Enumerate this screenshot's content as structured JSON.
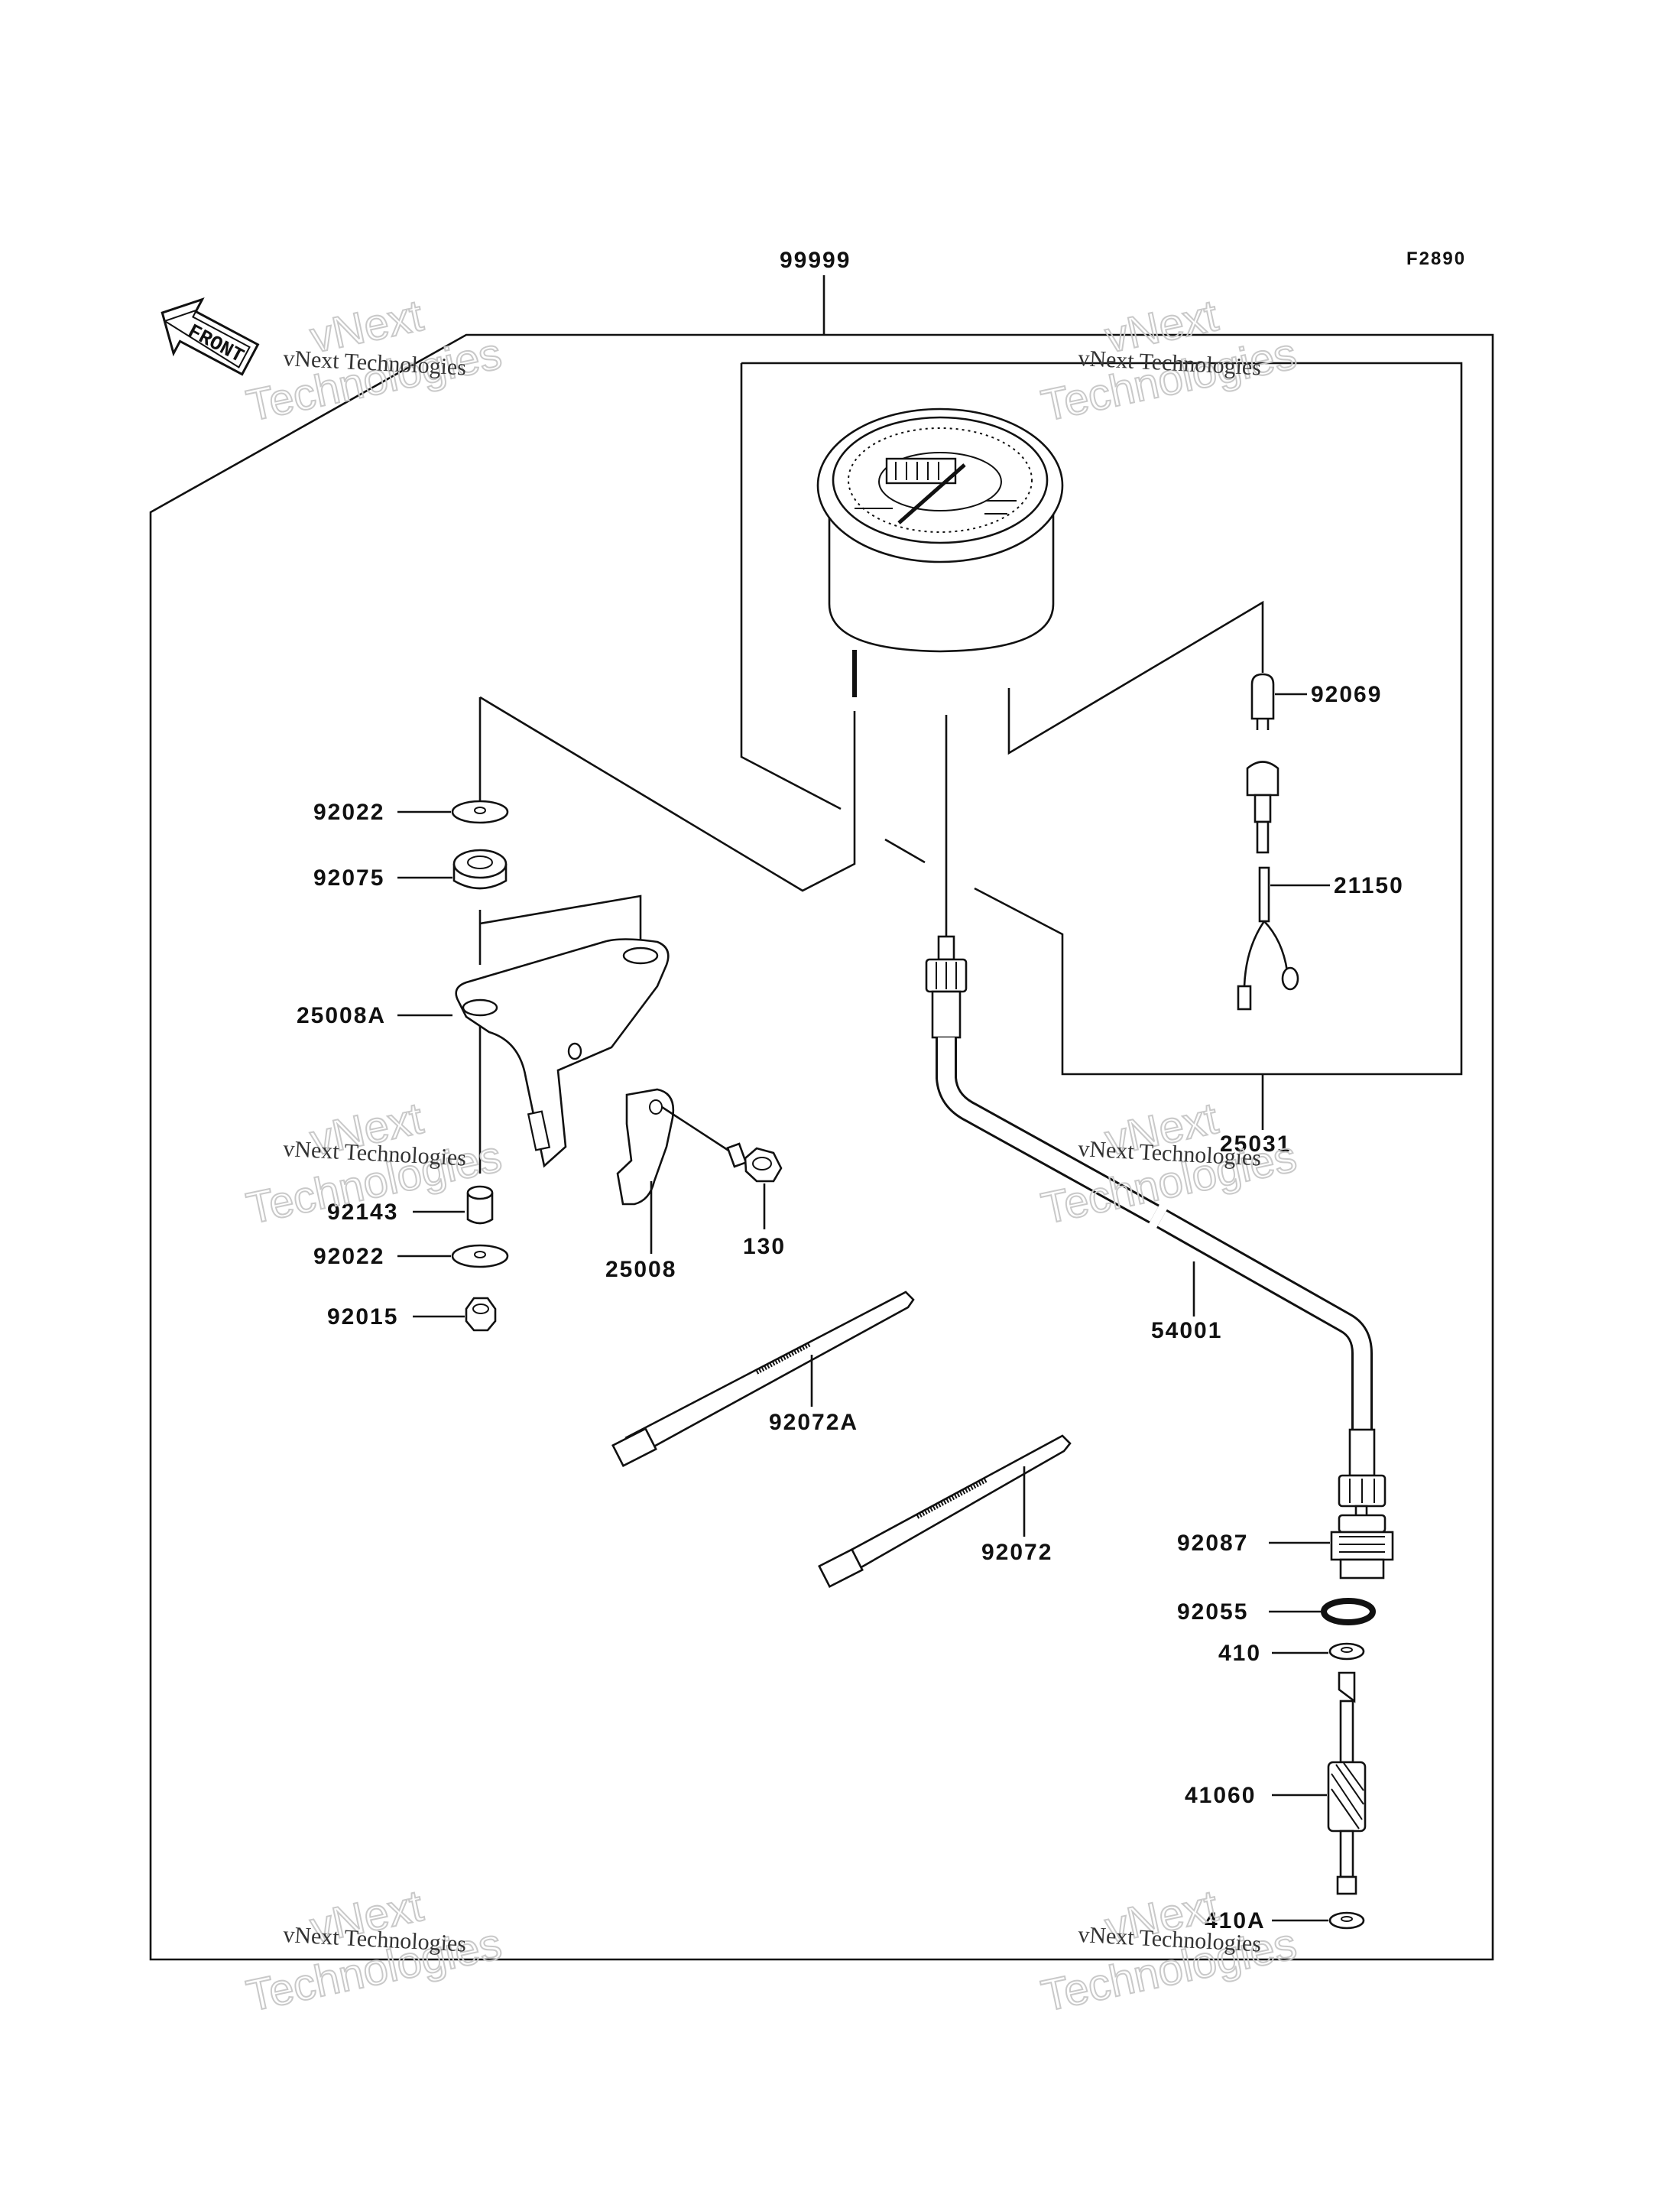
{
  "figure_code": "F2890",
  "front_label": "FRONT",
  "watermark": {
    "line1": "vNext Technologies",
    "big1": "vNext",
    "big2": "Technologies"
  },
  "parts": {
    "p99999": "99999",
    "p92069": "92069",
    "p92022a": "92022",
    "p92075": "92075",
    "p21150": "21150",
    "p25008A": "25008A",
    "p25031": "25031",
    "p92143": "92143",
    "p92022b": "92022",
    "p92015": "92015",
    "p25008": "25008",
    "p130": "130",
    "p54001": "54001",
    "p92072A": "92072A",
    "p92072": "92072",
    "p92087": "92087",
    "p92055": "92055",
    "p410": "410",
    "p41060": "41060",
    "p410A": "410A"
  }
}
